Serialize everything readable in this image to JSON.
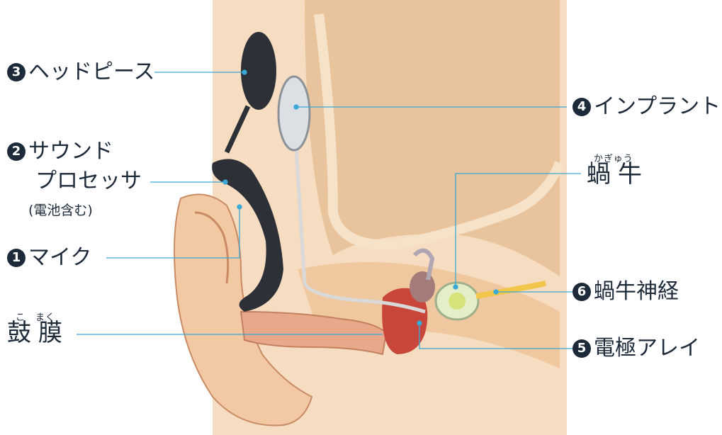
{
  "labels": {
    "headpiece": {
      "number": "3",
      "text": "ヘッドピース"
    },
    "sound_processor": {
      "number": "2",
      "line1": "サウンド",
      "line2": "プロセッサ",
      "note": "(電池含む)"
    },
    "mic": {
      "number": "1",
      "text": "マイク"
    },
    "eardrum": {
      "text": "鼓膜",
      "ruby": "こ　まく"
    },
    "implant": {
      "number": "4",
      "text": "インプラント"
    },
    "cochlea": {
      "text": "蝸牛",
      "ruby": "かぎゅう"
    },
    "cochlear_nerve": {
      "number": "6",
      "text": "蝸牛神経"
    },
    "electrode_array": {
      "number": "5",
      "text": "電極アレイ"
    }
  },
  "colors": {
    "leader_line": "#3aa9d6",
    "label_text": "#1c2a3a",
    "skin": "#f3d2b0",
    "skin_shadow": "#d9a47e",
    "bone": "#e8b98a",
    "device_dark": "#2d3036"
  }
}
